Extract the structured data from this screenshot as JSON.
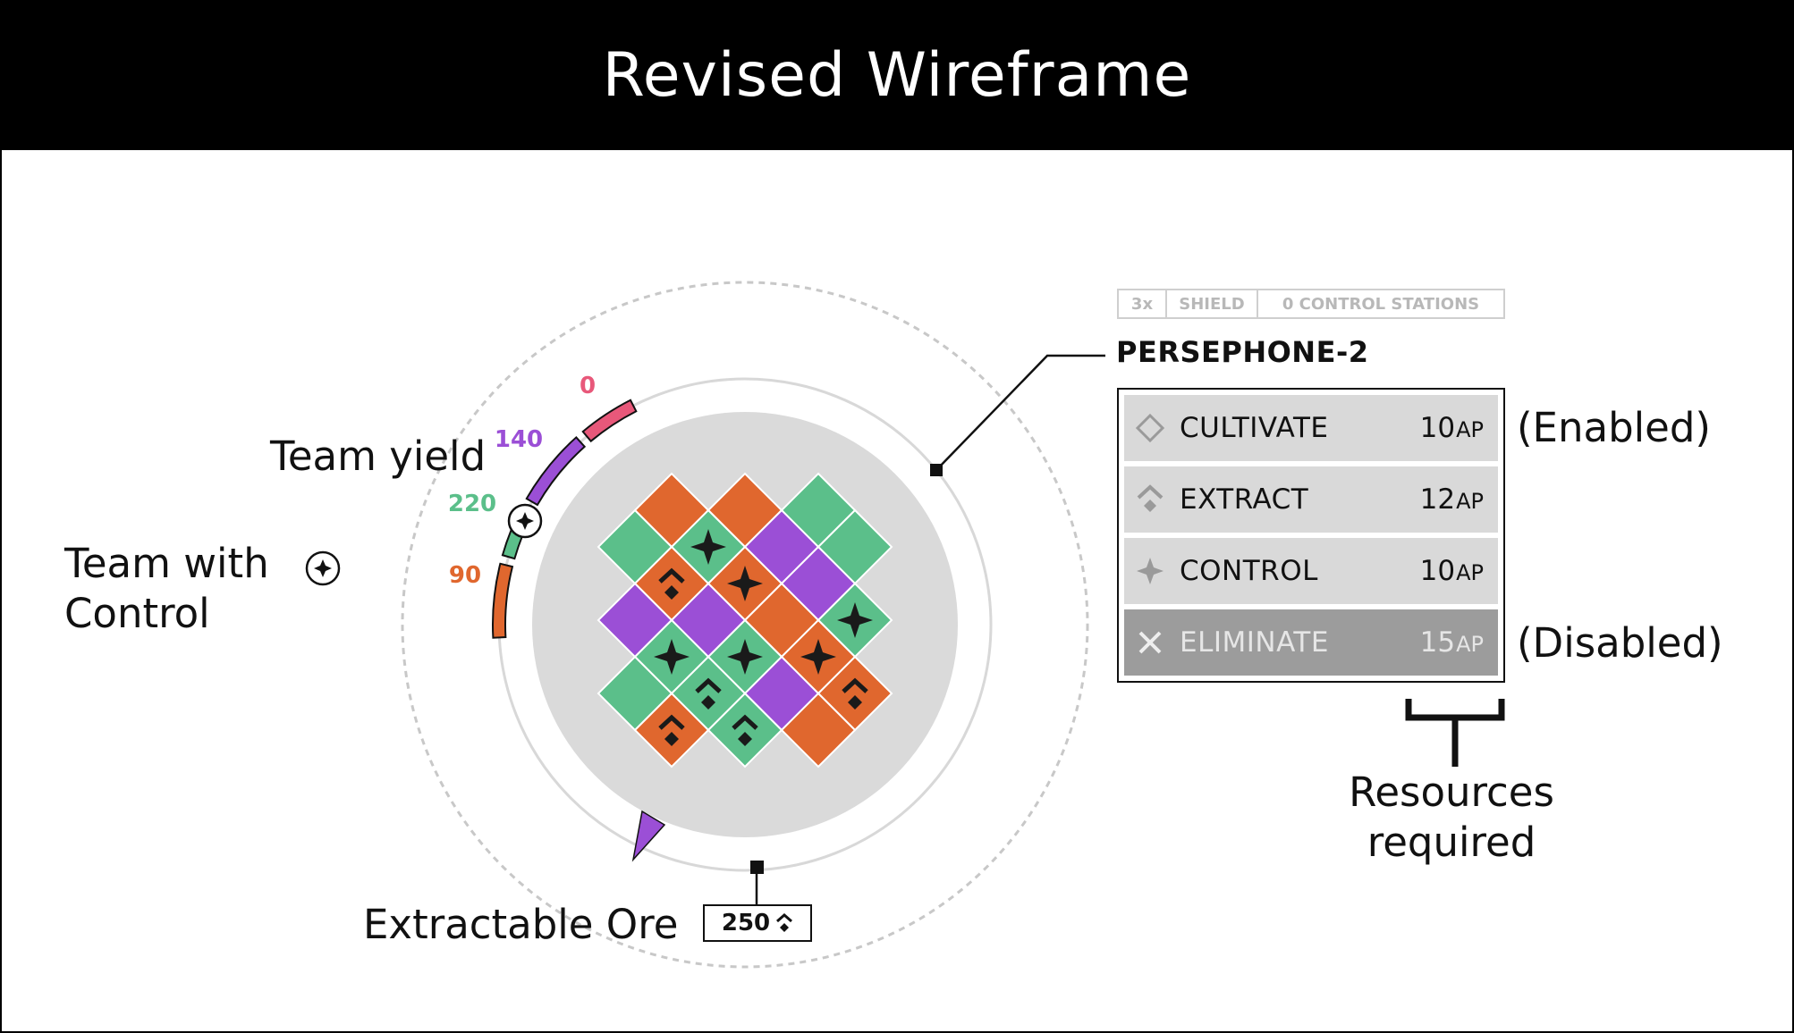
{
  "header": {
    "title": "Revised Wireframe"
  },
  "labels": {
    "team_with_control": "Team with\nControl",
    "team_yield": "Team yield",
    "extractable_ore": "Extractable Ore",
    "enabled": "(Enabled)",
    "disabled": "(Disabled)",
    "resources_required": "Resources\nrequired"
  },
  "ore": {
    "value": "250",
    "icon": "ore-chevron-icon"
  },
  "yield_meter": [
    {
      "value": "0",
      "color": "#e8587a"
    },
    {
      "value": "140",
      "color": "#9b4fd6"
    },
    {
      "value": "220",
      "color": "#5bbf8a"
    },
    {
      "value": "90",
      "color": "#e0672e"
    }
  ],
  "planet": {
    "name": "PERSEPHONE-2",
    "stats": {
      "multiplier": "3x",
      "shield": "SHIELD",
      "stations": "0 CONTROL STATIONS"
    }
  },
  "actions": [
    {
      "name": "CULTIVATE",
      "cost": "10",
      "unit": "AP",
      "icon": "diamond-icon",
      "enabled": true
    },
    {
      "name": "EXTRACT",
      "cost": "12",
      "unit": "AP",
      "icon": "extract-icon",
      "enabled": true
    },
    {
      "name": "CONTROL",
      "cost": "10",
      "unit": "AP",
      "icon": "star-icon",
      "enabled": true
    },
    {
      "name": "ELIMINATE",
      "cost": "15",
      "unit": "AP",
      "icon": "x-icon",
      "enabled": false
    }
  ],
  "tile_colors": {
    "green": "#5bbf8a",
    "orange": "#e0672e",
    "purple": "#9b4fd6"
  },
  "grid_tiles": [
    [
      "orange",
      "orange",
      "green"
    ],
    [
      "green",
      "green",
      "purple",
      "green"
    ],
    [
      "orange",
      "orange",
      "purple"
    ],
    [
      "purple",
      "purple",
      "orange",
      "green"
    ],
    [
      "green",
      "green",
      "orange"
    ],
    [
      "green",
      "green",
      "purple",
      "orange"
    ],
    [
      "orange",
      "green",
      "orange"
    ]
  ],
  "grid_markers": [
    [
      "",
      "",
      ""
    ],
    [
      "",
      "star",
      "",
      ""
    ],
    [
      "ore",
      "star",
      ""
    ],
    [
      "",
      "",
      "",
      "star"
    ],
    [
      "star",
      "star",
      "star"
    ],
    [
      "",
      "ore",
      "",
      "ore"
    ],
    [
      "ore",
      "ore",
      ""
    ]
  ]
}
